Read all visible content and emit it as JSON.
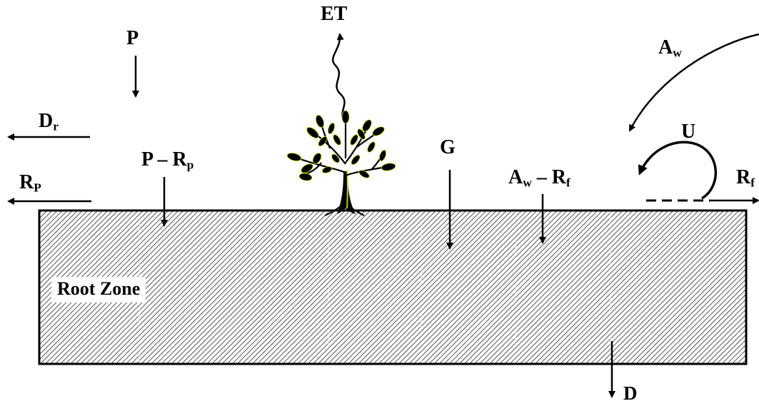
{
  "labels": {
    "et": "ET",
    "precipitation": "P",
    "drainage_runoff": {
      "base": "D",
      "sub": "r"
    },
    "rain_runoff": {
      "base": "R",
      "sub": "P"
    },
    "effective_precip": {
      "base": "P – R",
      "sub": "p"
    },
    "groundwater": "G",
    "applied_water": {
      "base": "A",
      "sub": "w"
    },
    "effective_applied": {
      "base": "A",
      "sub1": "w",
      "mid": " – R",
      "sub2": "f"
    },
    "reuse": "U",
    "irrigation_runoff": {
      "base": "R",
      "sub": "f"
    },
    "deep_percolation": "D",
    "root_zone": "Root Zone"
  },
  "colors": {
    "ink": "#000000",
    "hatch": "#333333",
    "hatch_bg": "#ffffff",
    "tree_highlight": "#c8e000"
  },
  "icons": {
    "tree": "tree-icon"
  }
}
